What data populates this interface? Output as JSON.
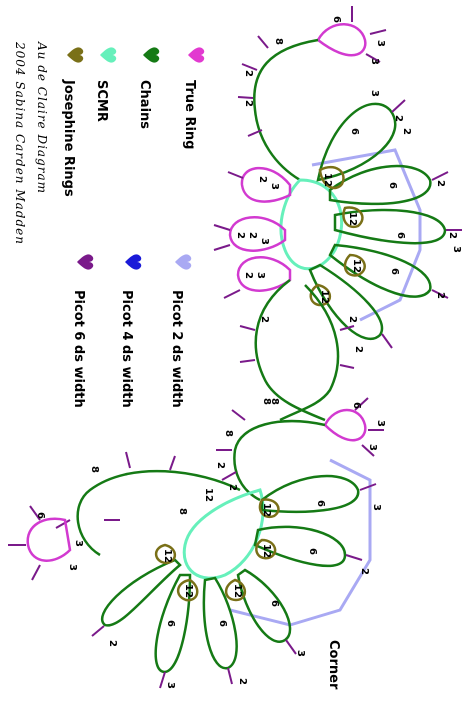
{
  "credits": {
    "line1": "Au de Claire Diagram",
    "line2": "2004 Sabina Carden Madden"
  },
  "legend": {
    "shapes": [
      {
        "label": "True Ring",
        "color": "#e23ad0",
        "icon": "heart-icon"
      },
      {
        "label": "Chains",
        "color": "#157a15",
        "icon": "heart-icon"
      },
      {
        "label": "SCMR",
        "color": "#66f0bb",
        "icon": "heart-icon"
      },
      {
        "label": "Josephine Rings",
        "color": "#7a7018",
        "icon": "heart-icon"
      }
    ],
    "picots": [
      {
        "label": "Picot 2 ds width",
        "color": "#a9a9f3",
        "icon": "heart-icon"
      },
      {
        "label": "Picot 4 ds width",
        "color": "#1a1ad8",
        "icon": "heart-icon"
      },
      {
        "label": "Picot 6 ds width",
        "color": "#7a1a8a",
        "icon": "heart-icon"
      }
    ]
  },
  "corner_label": "Corner",
  "counts": {
    "top_ring_a": "6",
    "top_ring_b": "3",
    "chain_top_a": "8",
    "chain_top_b": "2",
    "chain_top_c": "2",
    "chain_top_d": "3",
    "petal_1": "3",
    "petal_2": "2",
    "petal_3": "2",
    "petal_4": "6",
    "jo_ring": "12",
    "small_ring_a": "2",
    "small_ring_b": "3",
    "mid_chain_a": "2",
    "mid_chain_b": "8",
    "mid_chain_c": "8",
    "mid_chain_d": "2",
    "mid_ring_a": "6",
    "mid_ring_b": "3",
    "lower_chain_a": "8",
    "lower_chain_b": "2",
    "lower_chain_c": "12",
    "lower_chain_d": "8",
    "lower_ring_a": "6",
    "lower_ring_b": "3",
    "corner_petal_a": "3",
    "corner_petal_b": "2",
    "corner_petal_c": "6"
  }
}
